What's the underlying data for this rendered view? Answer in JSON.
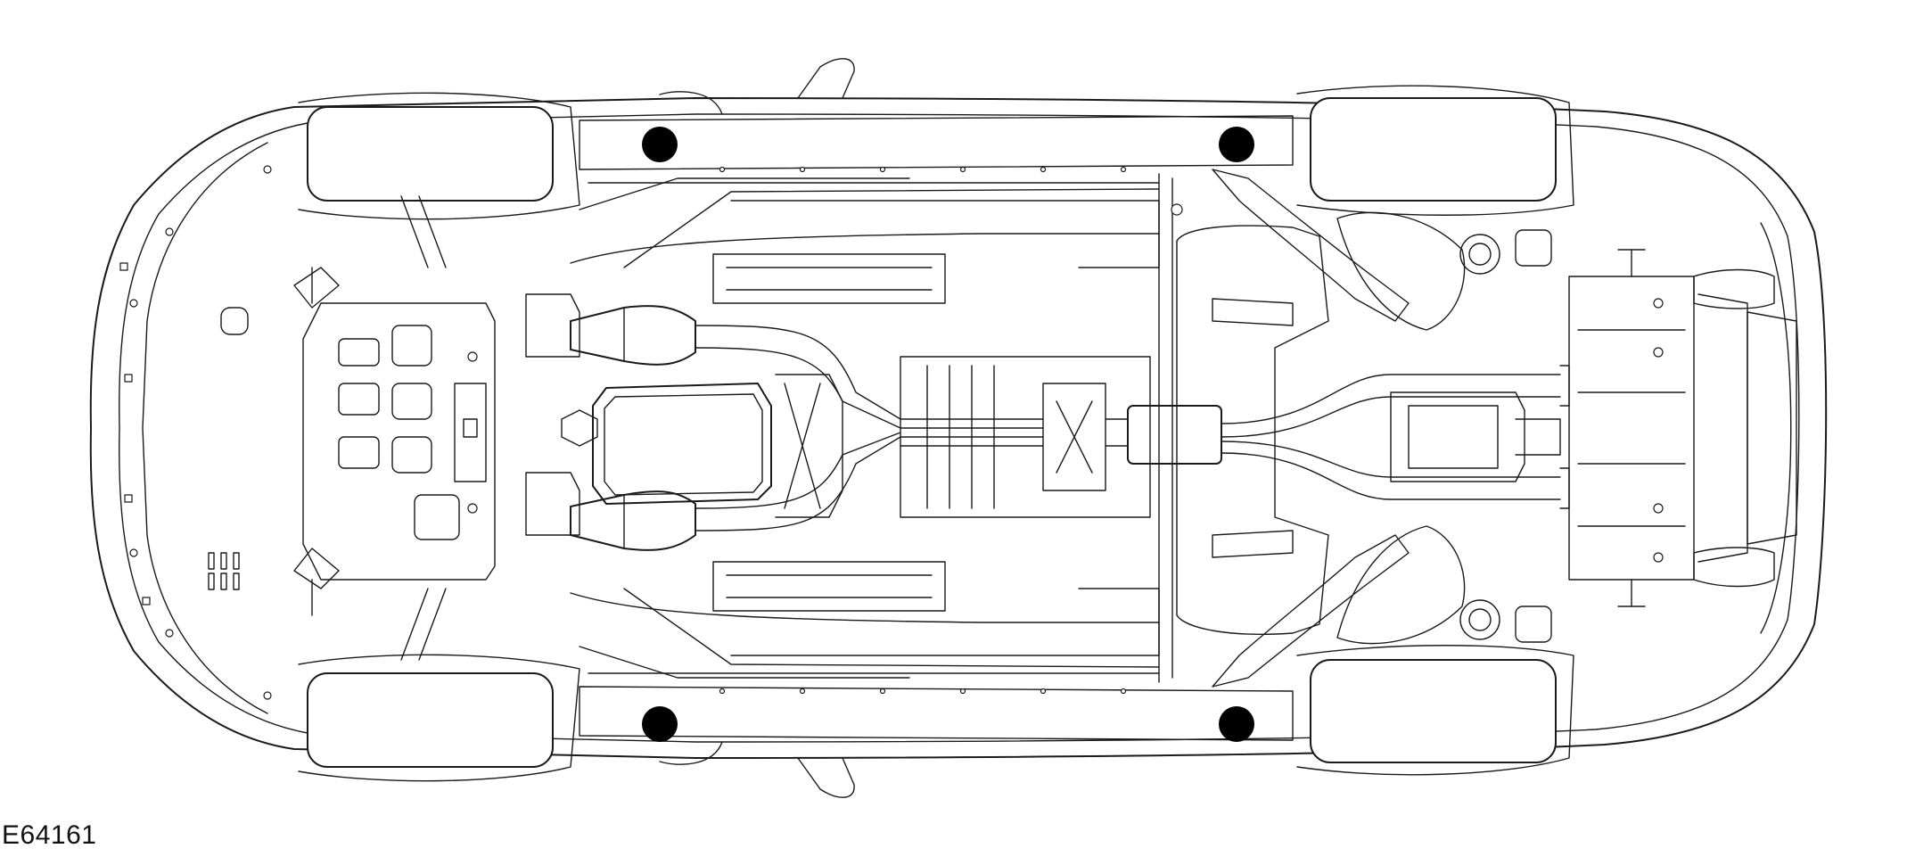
{
  "figure": {
    "id_label": "E64161"
  },
  "lift_points": {
    "count": 4,
    "color": "#000000",
    "marker": "filled-circle"
  }
}
